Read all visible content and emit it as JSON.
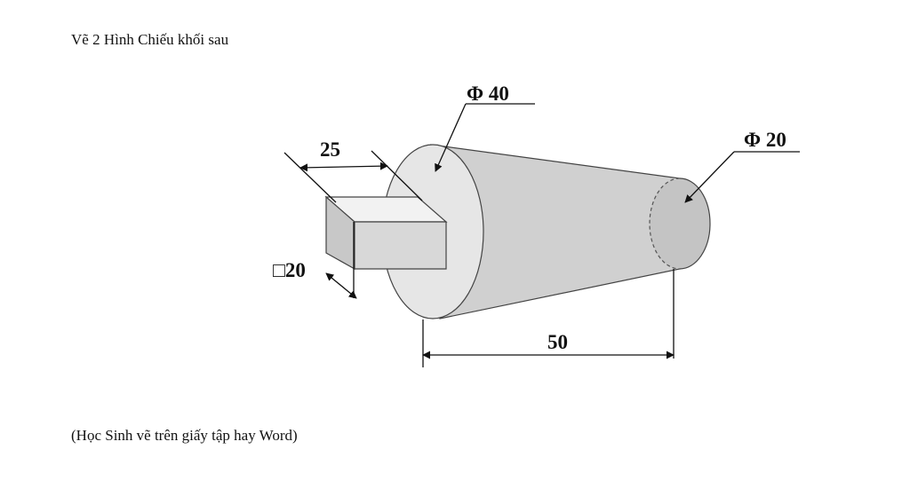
{
  "instruction": "Vẽ 2 Hình Chiếu khối sau",
  "note": "(Học Sinh vẽ trên giấy tập hay Word)",
  "dimensions": {
    "large_diameter": "Φ 40",
    "small_diameter": "Φ 20",
    "key_length": "25",
    "key_section": "□20",
    "cone_length": "50"
  },
  "colors": {
    "cone_body": "#d0d0d0",
    "large_face": "#e6e6e6",
    "small_face": "#c4c4c4",
    "key_front": "#d8d8d8",
    "key_side": "#c8c8c8",
    "key_top": "#f2f2f2",
    "line": "#333333"
  }
}
